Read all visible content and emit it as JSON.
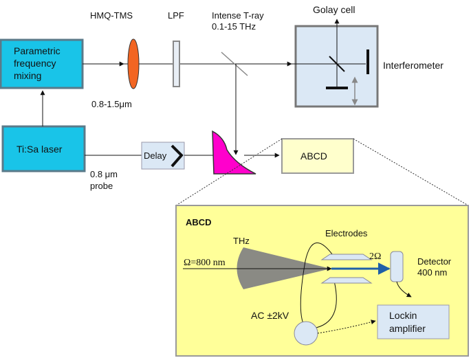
{
  "boxes": {
    "parametric": [
      "Parametric",
      "frequency",
      "mixing"
    ],
    "tisa": "Ti:Sa laser",
    "delay": "Delay",
    "abcd": "ABCD",
    "lockin": [
      "Lockin",
      "amplifier"
    ]
  },
  "labels": {
    "hmq": "HMQ-TMS",
    "lpf": "LPF",
    "intense": [
      "Intense T-ray",
      "0.1-15 THz"
    ],
    "golay": "Golay cell",
    "interferometer": "Interferometer",
    "wavelength_pump": "0.8-1.5μm",
    "probe": [
      "0.8 μm",
      "probe"
    ]
  },
  "inset": {
    "title": "ABCD",
    "thz": "THz",
    "electrodes": "Electrodes",
    "omega": "Ω=800 nm",
    "two_omega": "2Ω",
    "detector": [
      "Detector",
      "400 nm"
    ],
    "ac": "AC ±2kV"
  },
  "colors": {
    "cyan_box": "#19c4e8",
    "cyan_border": "#5a7a8a",
    "light_box": "#dbe8f5",
    "abcd_box": "#ffffcc",
    "inset_bg": "#ffff99",
    "lens": "#f26522",
    "prism": "#ff00cc",
    "beam_blue": "#1f5fa8"
  }
}
